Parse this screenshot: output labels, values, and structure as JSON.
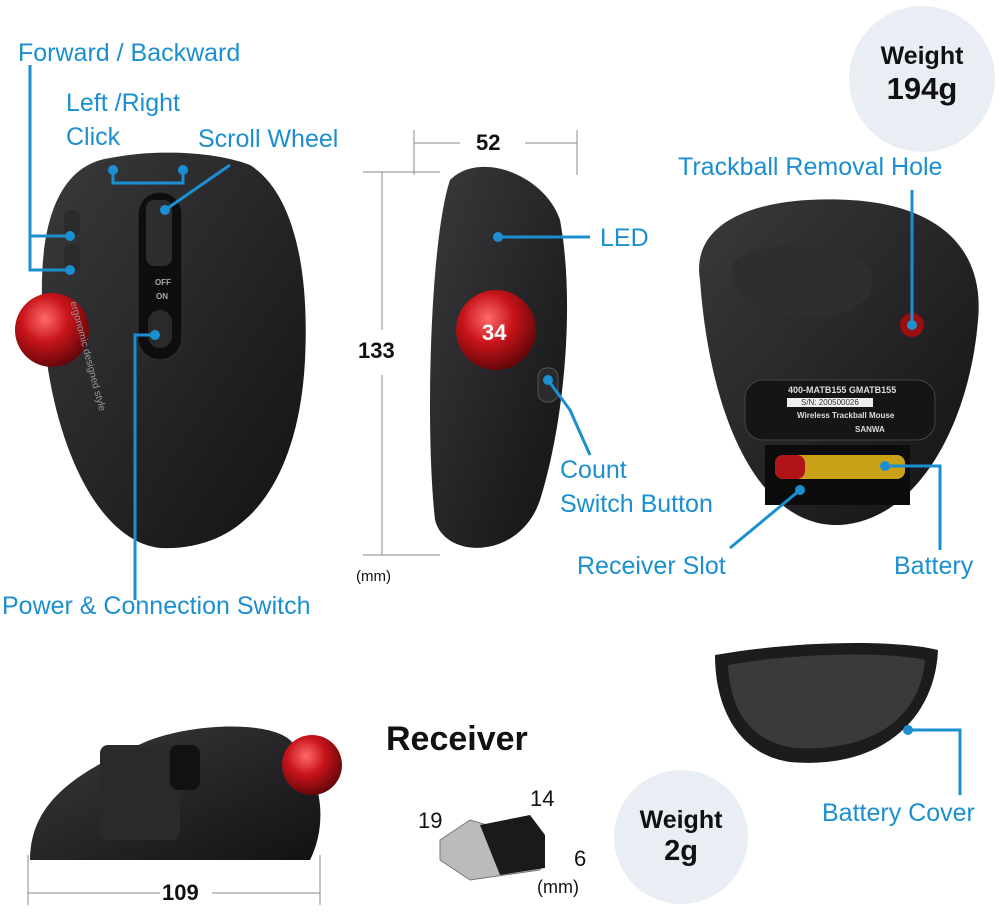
{
  "labels": {
    "forward_backward": "Forward / Backward",
    "left_right_click": "Left /Right\nClick",
    "left_right": "Left /Right",
    "click": "Click",
    "scroll_wheel": "Scroll Wheel",
    "led": "LED",
    "trackball_removal_hole": "Trackball Removal Hole",
    "count_switch_button_1": "Count",
    "count_switch_button_2": "Switch Button",
    "receiver_slot": "Receiver Slot",
    "battery": "Battery",
    "power_connection_switch": "Power & Connection Switch",
    "battery_cover": "Battery Cover"
  },
  "dimensions": {
    "width": "52",
    "height": "133",
    "trackball": "34",
    "length": "109",
    "unit": "(mm)",
    "receiver_w": "14",
    "receiver_l": "19",
    "receiver_h": "6",
    "receiver_unit": "(mm)"
  },
  "weights": {
    "mouse_label": "Weight",
    "mouse_value": "194g",
    "receiver_label": "Weight",
    "receiver_value": "2g"
  },
  "receiver_title": "Receiver",
  "mouse_print": {
    "style": "ergonomic designed style",
    "off": "OFF",
    "on": "ON"
  },
  "product_label": {
    "model": "400-MATB155   GMATB155",
    "serial": "S/N: 200500026",
    "name": "Wireless Trackball Mouse",
    "brand": "SANWA"
  },
  "colors": {
    "callout": "#1b8fd0",
    "ball": "#c8141a",
    "body": "#1c1c1e"
  }
}
